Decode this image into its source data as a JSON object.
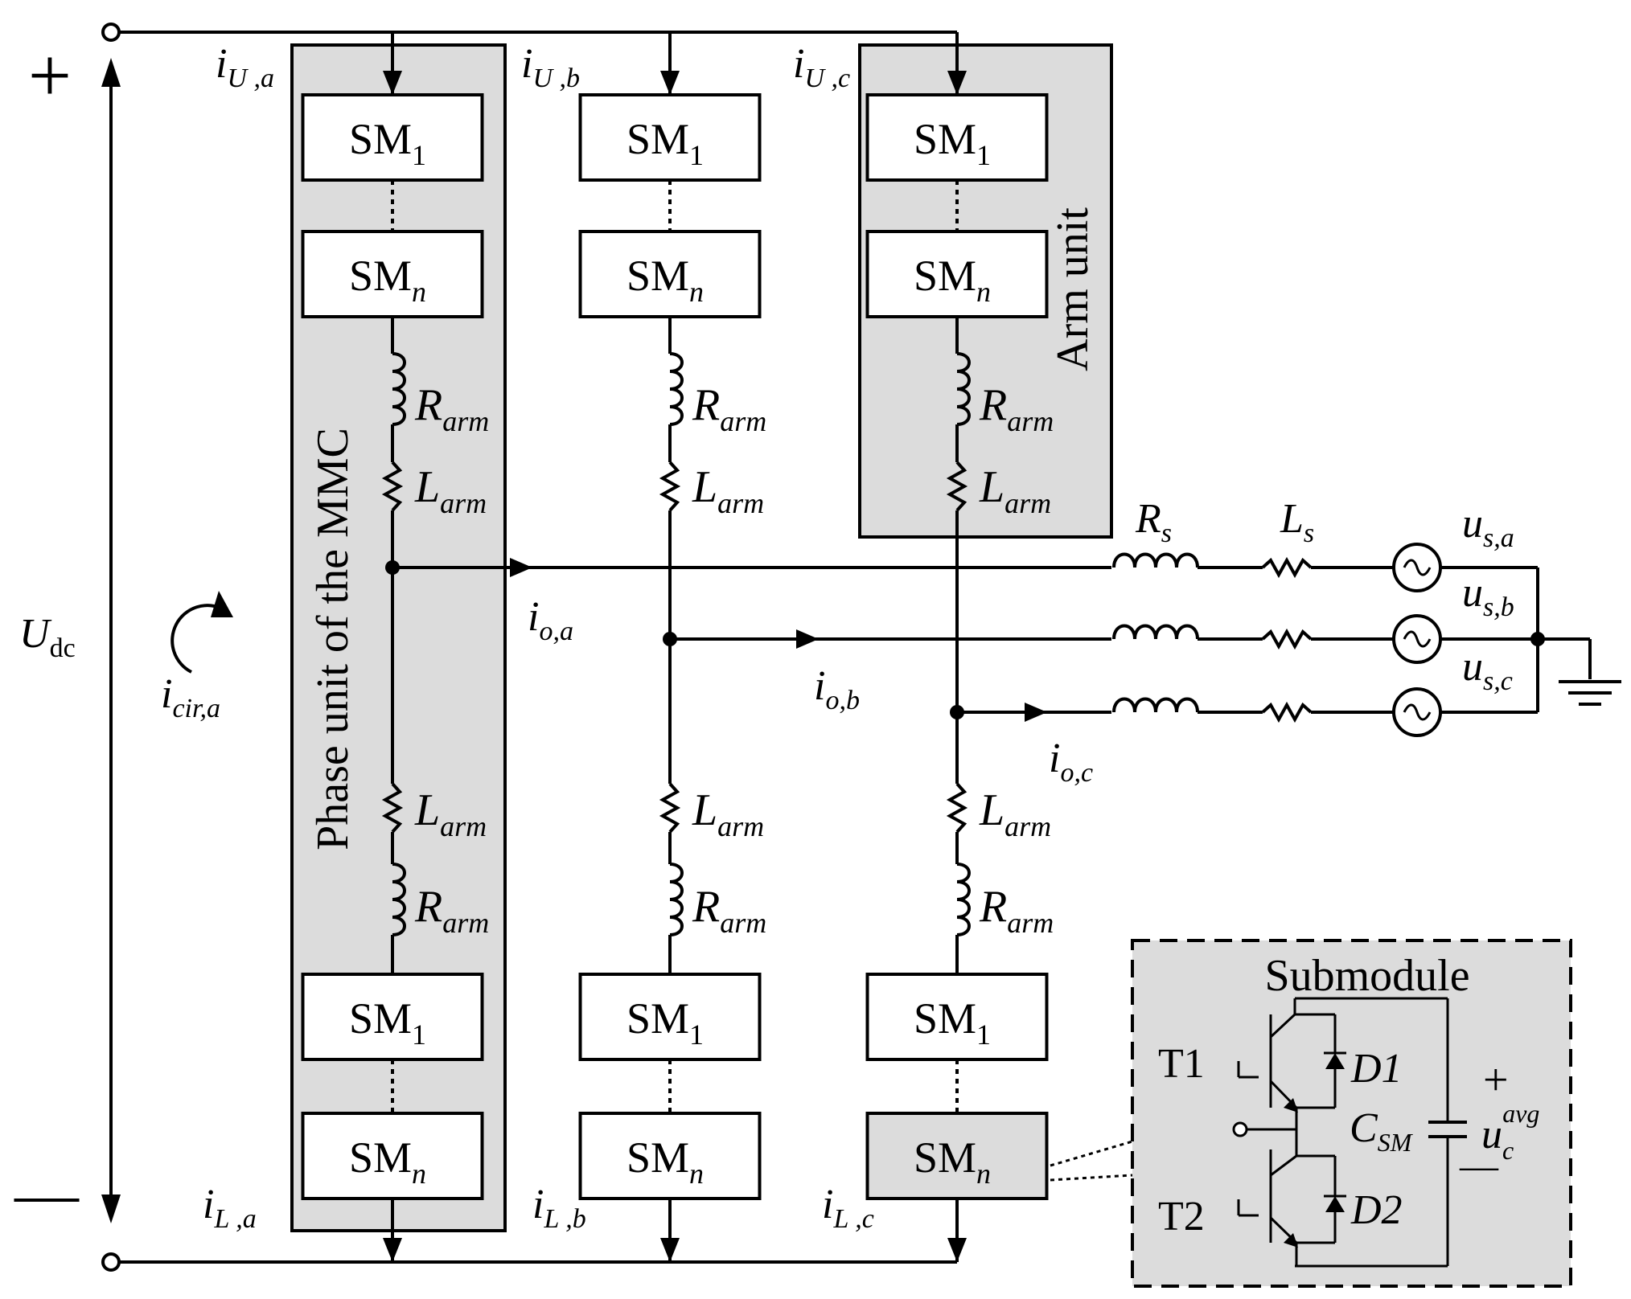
{
  "dc_link": {
    "voltage_label": "U",
    "voltage_sub": "dc",
    "plus_sign": "+",
    "minus_sign": "—"
  },
  "circulating_current": {
    "label": "i",
    "sub": "cir,a"
  },
  "sm_labels": {
    "sm": "SM",
    "first_sub": "1",
    "last_sub": "n"
  },
  "arm_labels": {
    "r_main": "R",
    "r_sub": "arm",
    "l_main": "L",
    "l_sub": "arm"
  },
  "phases": [
    {
      "upper_current": "i",
      "upper_sub": "U ,a",
      "lower_current": "i",
      "lower_sub": "L ,a",
      "output_current": "i",
      "output_sub": "o,a"
    },
    {
      "upper_current": "i",
      "upper_sub": "U ,b",
      "lower_current": "i",
      "lower_sub": "L ,b",
      "output_current": "i",
      "output_sub": "o,b"
    },
    {
      "upper_current": "i",
      "upper_sub": "U ,c",
      "lower_current": "i",
      "lower_sub": "L ,c",
      "output_current": "i",
      "output_sub": "o,c"
    }
  ],
  "grid": {
    "rs_main": "R",
    "rs_sub": "s",
    "ls_main": "L",
    "ls_sub": "s",
    "sources": [
      {
        "main": "u",
        "sub": "s,a"
      },
      {
        "main": "u",
        "sub": "s,b"
      },
      {
        "main": "u",
        "sub": "s,c"
      }
    ]
  },
  "regions": {
    "phase_unit": "Phase unit of the MMC",
    "arm_unit": "Arm unit"
  },
  "submodule": {
    "title": "Submodule",
    "t1": "T1",
    "t2": "T2",
    "d1": "D1",
    "d2": "D2",
    "cap_main": "C",
    "cap_sub": "SM",
    "voltage_main": "u",
    "voltage_sub": "c",
    "voltage_sup": "avg",
    "plus_sign": "+",
    "minus_sign": "—"
  },
  "colors": {
    "shading": "#dcdcdc",
    "line": "#000000"
  }
}
